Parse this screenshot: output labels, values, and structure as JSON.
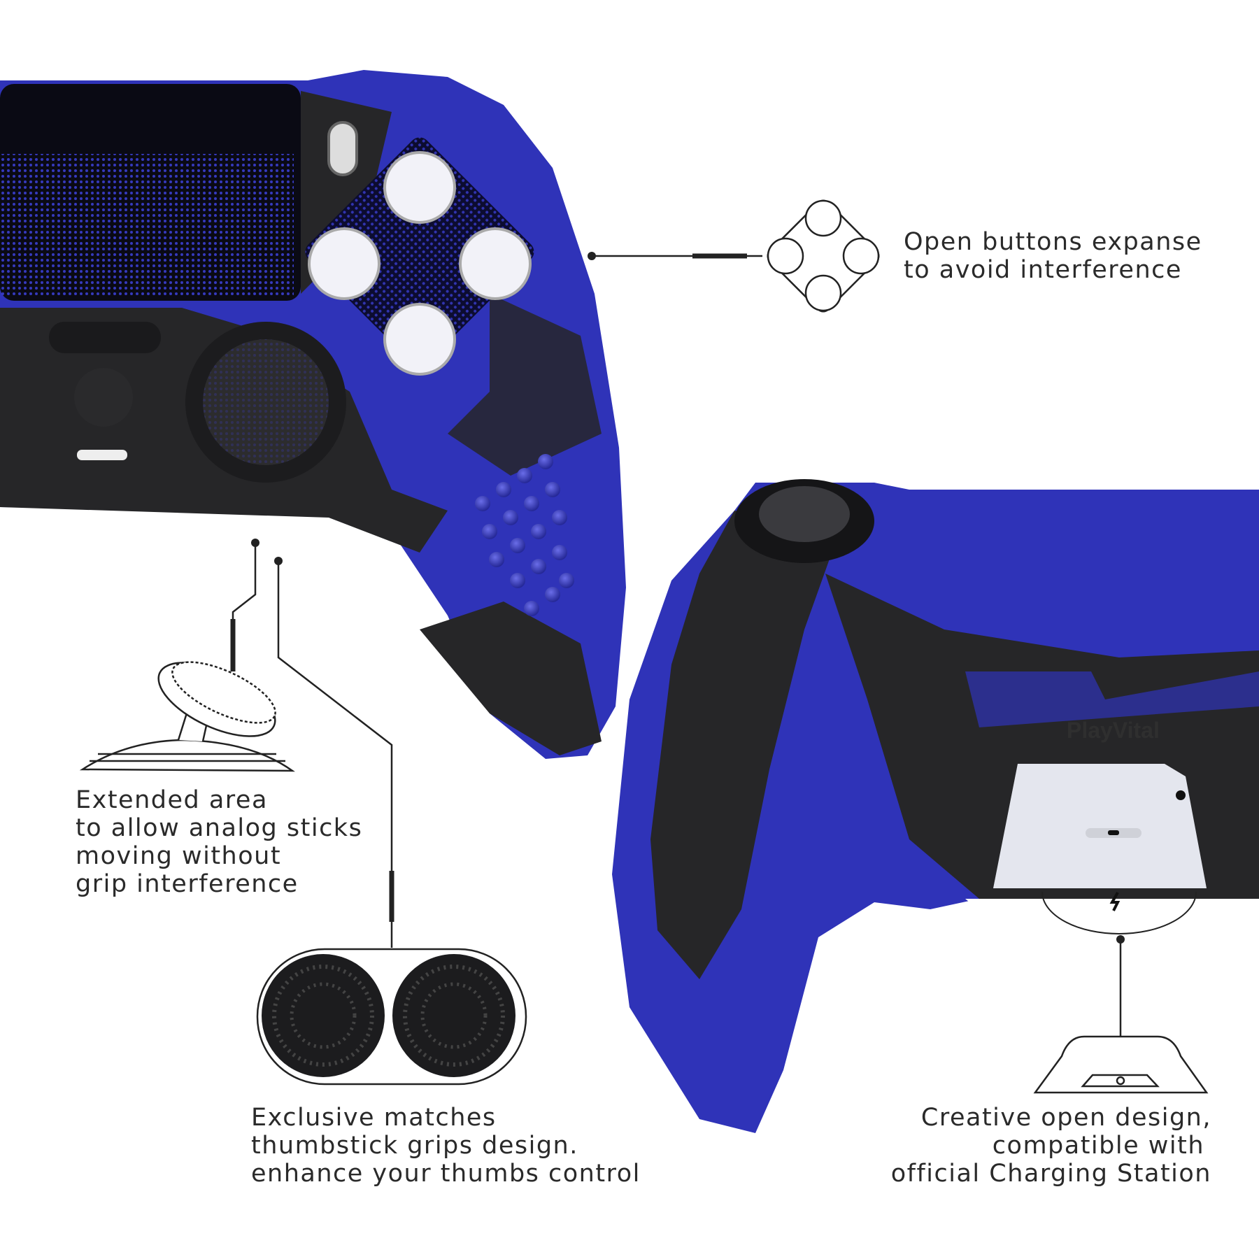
{
  "brand_logo": "PlayVital",
  "colors": {
    "cover_blue": "#2f33b8",
    "cover_black": "#262628",
    "line": "#222222",
    "background": "#ffffff"
  },
  "callouts": {
    "buttons": {
      "icon": "face-buttons-diamond-icon",
      "lines": [
        "Open buttons expanse",
        "to avoid interference"
      ]
    },
    "analog": {
      "icon": "analog-stick-icon",
      "lines": [
        "Extended area",
        "to allow analog sticks",
        "moving without",
        "grip interference"
      ]
    },
    "thumbstick": {
      "icon": "thumbstick-grips-icon",
      "lines": [
        "Exclusive matches",
        "thumbstick grips design.",
        "enhance your thumbs control"
      ]
    },
    "charging": {
      "icon": "charging-station-icon",
      "lines": [
        "Creative open design,",
        "compatible with",
        "official Charging Station"
      ]
    }
  }
}
